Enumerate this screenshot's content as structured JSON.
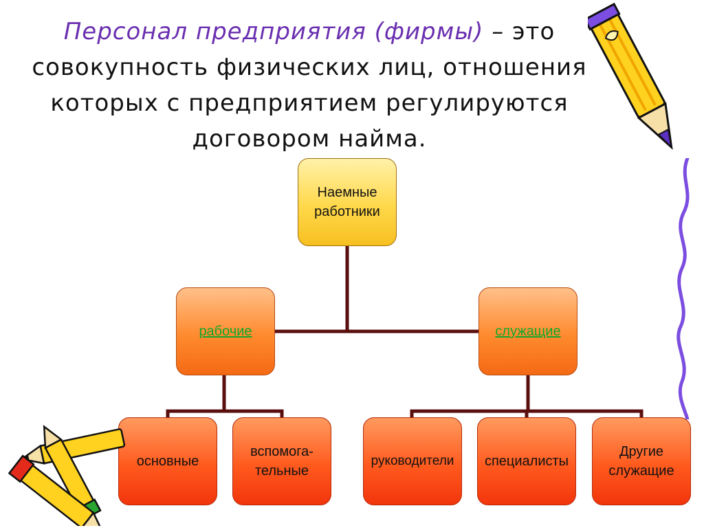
{
  "heading": {
    "term": "Персонал предприятия (фирмы)",
    "line1_rest": " – это",
    "line2": "совокупность физических лиц, отношения",
    "line3": "которых с предприятием регулируются",
    "line4": "договором найма."
  },
  "diagram": {
    "root": "Наемные\nработники",
    "workers": "рабочие",
    "employees": "служащие",
    "workers_children": [
      "основные",
      "вспомога-\nтельные"
    ],
    "employees_children": [
      "руководители",
      "специалисты",
      "Другие\nслужащие"
    ]
  },
  "colors": {
    "term": "#6a2fb0",
    "link_text": "#12a82b",
    "connector": "#5a0f0f"
  },
  "decorations": [
    "pencil-icon",
    "pencils-group-icon",
    "wavy-line-icon"
  ]
}
